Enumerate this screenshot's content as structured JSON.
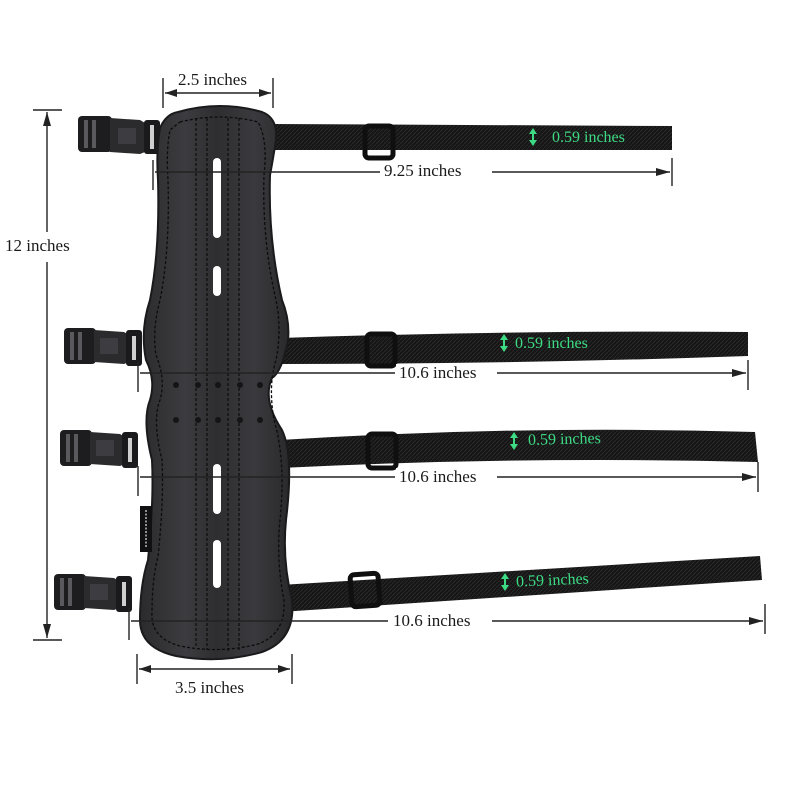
{
  "product": {
    "name": "archery arm guard",
    "straps_count": 4
  },
  "colors": {
    "background": "#ffffff",
    "leather": "#2a2a2c",
    "leather_highlight": "#4a4a4e",
    "strap": "#141414",
    "dimension_line": "#222222",
    "width_accent": "#3ddc84"
  },
  "dimensions": {
    "top_width": "2.5 inches",
    "bottom_width": "3.5 inches",
    "total_length": "12 inches",
    "strap_1_length": "9.25 inches",
    "strap_2_length": "10.6 inches",
    "strap_3_length": "10.6 inches",
    "strap_4_length": "10.6 inches",
    "strap_1_width": "0.59 inches",
    "strap_2_width": "0.59 inches",
    "strap_3_width": "0.59 inches",
    "strap_4_width": "0.59 inches"
  }
}
